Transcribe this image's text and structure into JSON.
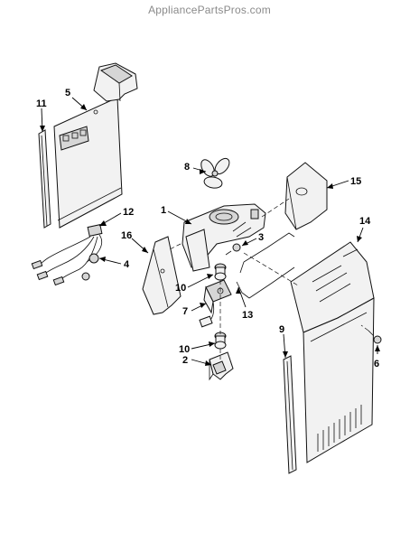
{
  "watermark": "AppliancePartsPros.com",
  "callouts": {
    "c1": "1",
    "c2": "2",
    "c3": "3",
    "c4": "4",
    "c5": "5",
    "c6": "6",
    "c7": "7",
    "c8": "8",
    "c9": "9",
    "c10a": "10",
    "c10b": "10",
    "c11": "11",
    "c12": "12",
    "c13": "13",
    "c14": "14",
    "c15": "15",
    "c16": "16"
  }
}
